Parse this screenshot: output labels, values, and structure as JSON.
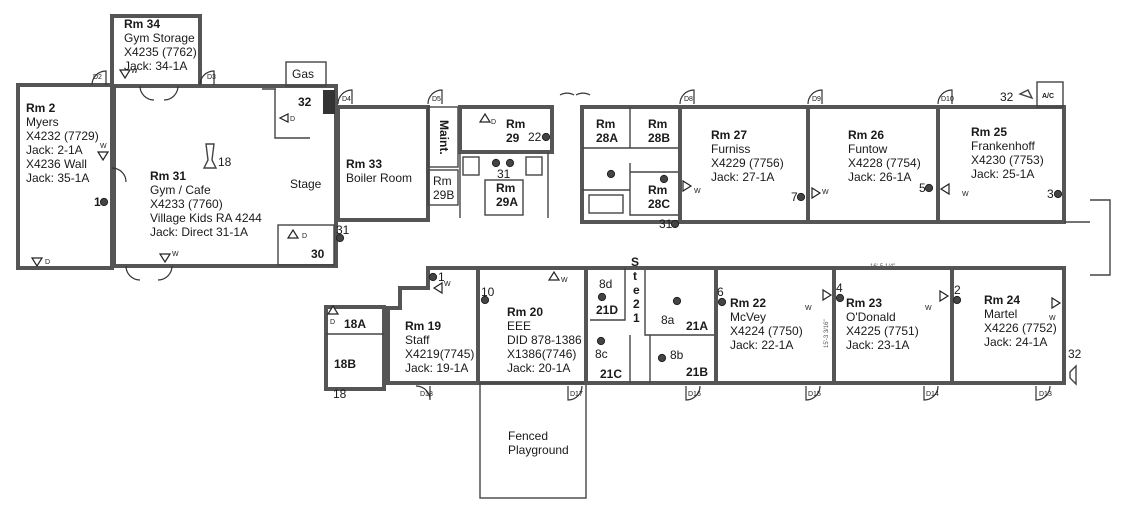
{
  "rooms": {
    "rm34": {
      "num": "Rm 34",
      "name": "Gym Storage",
      "ext": "X4235 (7762)",
      "jack": "Jack: 34-1A"
    },
    "rm2": {
      "num": "Rm 2",
      "name": "Myers",
      "ext": "X4232 (7729)",
      "jack": "Jack: 2-1A",
      "ext2": "X4236 Wall",
      "jack2": "Jack: 35-1A"
    },
    "rm31": {
      "num": "Rm 31",
      "name": "Gym / Cafe",
      "ext": "X4233 (7760)",
      "extra": "Village Kids RA 4244",
      "jack": "Jack: Direct 31-1A"
    },
    "gas": "Gas",
    "rm32": "32",
    "stage": "Stage",
    "rm30": "30",
    "rm33": {
      "num": "Rm 33",
      "name": "Boiler Room"
    },
    "maint": "Maint.",
    "rm29": {
      "num": "Rm",
      "sub": "29"
    },
    "rm29b": {
      "num": "Rm",
      "sub": "29B"
    },
    "rm29a": {
      "num": "Rm",
      "sub": "29A"
    },
    "rm28a": {
      "num": "Rm",
      "sub": "28A"
    },
    "rm28b": {
      "num": "Rm",
      "sub": "28B"
    },
    "rm28c": {
      "num": "Rm",
      "sub": "28C"
    },
    "rm27": {
      "num": "Rm 27",
      "name": "Furniss",
      "ext": "X4229 (7756)",
      "jack": "Jack: 27-1A"
    },
    "rm26": {
      "num": "Rm 26",
      "name": "Funtow",
      "ext": "X4228 (7754)",
      "jack": "Jack: 26-1A"
    },
    "rm25": {
      "num": "Rm 25",
      "name": "Frankenhoff",
      "ext": "X4230 (7753)",
      "jack": "Jack: 25-1A"
    },
    "ac": "A/C",
    "rm18a": "18A",
    "rm18b": "18B",
    "rm19": {
      "num": "Rm 19",
      "name": "Staff",
      "ext": "X4219(7745)",
      "jack": "Jack: 19-1A"
    },
    "rm20": {
      "num": "Rm 20",
      "name": "EEE",
      "ext": "DID 878-1386",
      "ext2": "X1386(7746)",
      "jack": "Jack: 20-1A"
    },
    "rm21a": "21A",
    "rm21b": "21B",
    "rm21c": "21C",
    "rm21d": "21D",
    "ste21": [
      "S",
      "t",
      "e",
      "2",
      "1"
    ],
    "rm22": {
      "num": "Rm 22",
      "name": "McVey",
      "ext": "X4224 (7750)",
      "jack": "Jack: 22-1A"
    },
    "rm23": {
      "num": "Rm 23",
      "name": "O'Donald",
      "ext": "X4225 (7751)",
      "jack": "Jack: 23-1A"
    },
    "rm24": {
      "num": "Rm 24",
      "name": "Martel",
      "ext": "X4226 (7752)",
      "jack": "Jack: 24-1A"
    },
    "playground": {
      "line1": "Fenced",
      "line2": "Playground"
    }
  },
  "doors": [
    "D2",
    "D3",
    "D4",
    "D5",
    "D8",
    "D9",
    "D10",
    "D13",
    "D14",
    "D15",
    "D16",
    "D17",
    "D18"
  ],
  "jacks": {
    "j1": "1",
    "j18": "18",
    "j31a": "31",
    "j22": "22",
    "j31b": "31",
    "j31c": "31",
    "j7": "7",
    "j5": "5",
    "j3": "3",
    "j32a": "32",
    "j1b": "1",
    "j10": "10",
    "j8d": "8d",
    "j8a": "8a",
    "j8b": "8b",
    "j8c": "8c",
    "j6": "6",
    "j4": "4",
    "j2": "2",
    "j32b": "32",
    "j18b": "18",
    "j32c": "32"
  },
  "markers": {
    "w": "W",
    "d": "D"
  },
  "dimensions": {
    "dim1": "16'-5 1/4\"",
    "dim2": "15'-3 3/16\""
  }
}
